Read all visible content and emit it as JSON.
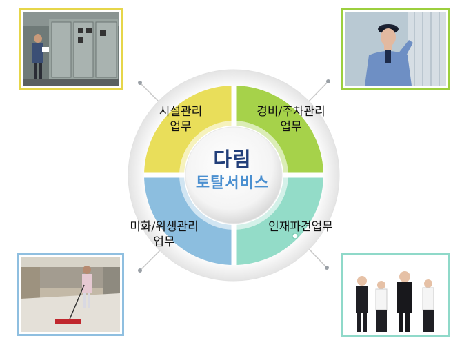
{
  "center": {
    "title": "다림",
    "subtitle": "토탈서비스"
  },
  "segments": [
    {
      "id": "facility",
      "label": "시설관리\n업무",
      "color": "#e9de5a"
    },
    {
      "id": "security",
      "label": "경비/주차관리\n업무",
      "color": "#a6d24a"
    },
    {
      "id": "dispatch",
      "label": "인재파견업무",
      "color": "#93dcc8"
    },
    {
      "id": "cleaning",
      "label": "미화/위생관리\n업무",
      "color": "#8cbedf"
    }
  ],
  "photos": [
    {
      "id": "facility-photo",
      "frame_color": "#e6d64a"
    },
    {
      "id": "security-photo",
      "frame_color": "#9ccf3e"
    },
    {
      "id": "cleaning-photo",
      "frame_color": "#8fbfe0"
    },
    {
      "id": "dispatch-photo",
      "frame_color": "#8fd9c9"
    }
  ]
}
